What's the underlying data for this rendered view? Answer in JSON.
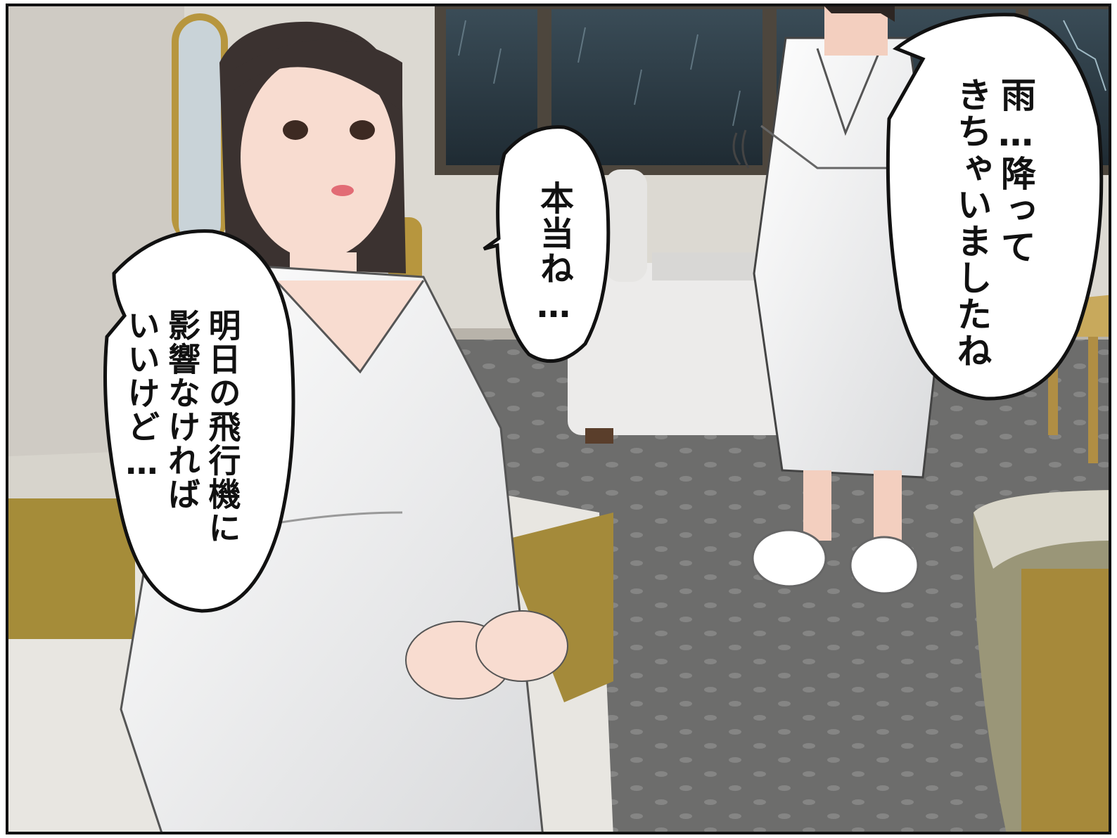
{
  "colors": {
    "wall": "#d9d6cf",
    "carpet": "#6f6f6e",
    "robe": "#f4f4f4",
    "hair": "#3a3230",
    "window_night": "#2b3a44",
    "mustard": "#b59a3e"
  },
  "dialogue": {
    "man_rain": "雨…降って\nきちゃいましたね",
    "woman_reply": "本当ね…",
    "woman_worry": "明日の飛行機に\n影響なければ\nいいけど…"
  }
}
